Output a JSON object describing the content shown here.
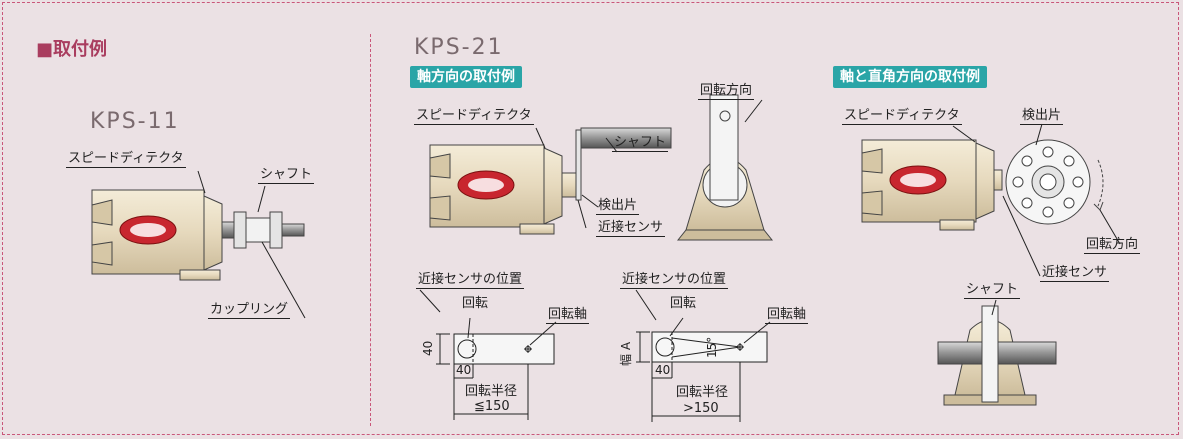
{
  "section_heading": "■取付例",
  "left_panel": {
    "model": "KPS-11",
    "label_detector": "スピードディテクタ",
    "label_shaft": "シャフト",
    "label_coupling": "カップリング"
  },
  "right_panel": {
    "model": "KPS-21",
    "axial": {
      "title": "軸方向の取付例",
      "label_detector": "スピードディテクタ",
      "label_shaft": "シャフト",
      "label_rotation": "回転方向",
      "label_detect_piece": "検出片",
      "label_sensor": "近接センサ"
    },
    "perpendicular": {
      "title": "軸と直角方向の取付例",
      "label_detector": "スピードディテクタ",
      "label_detect_piece": "検出片",
      "label_rotation": "回転方向",
      "label_sensor": "近接センサ",
      "label_shaft": "シャフト"
    },
    "position_left": {
      "title": "近接センサの位置",
      "rotation": "回転",
      "axis": "回転軸",
      "dim_height": "40",
      "dim_width": "40",
      "radius_label": "回転半径",
      "radius_value": "≦150"
    },
    "position_right": {
      "title": "近接センサの位置",
      "rotation": "回転",
      "axis": "回転軸",
      "dim_width_label": "幅 A",
      "dim_angle": "15°",
      "dim_width": "40",
      "radius_label": "回転半径",
      "radius_value": ">150"
    }
  },
  "colors": {
    "border": "#c9577a",
    "heading": "#a93d5f",
    "tag": "#2aa5a7",
    "background": "#ebe1e4",
    "device_body": "#e8dcc2"
  }
}
